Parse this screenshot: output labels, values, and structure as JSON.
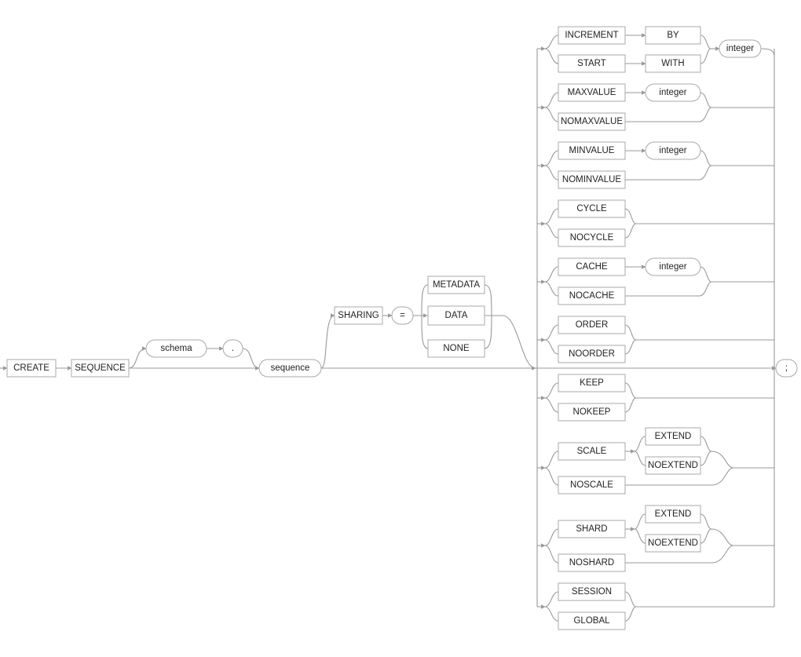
{
  "diagram": {
    "kind": "railroad-syntax-diagram",
    "statement": {
      "create": "CREATE",
      "sequence_kw": "SEQUENCE",
      "schema": "schema",
      "dot": ".",
      "sequence": "sequence",
      "sharing": "SHARING",
      "equals": "=",
      "metadata": "METADATA",
      "data": "DATA",
      "none": "NONE",
      "terminator": ";"
    },
    "options": {
      "increment": "INCREMENT",
      "by": "BY",
      "start": "START",
      "with": "WITH",
      "integer_1": "integer",
      "maxvalue": "MAXVALUE",
      "integer_2": "integer",
      "nomaxvalue": "NOMAXVALUE",
      "minvalue": "MINVALUE",
      "integer_3": "integer",
      "nominvalue": "NOMINVALUE",
      "cycle": "CYCLE",
      "nocycle": "NOCYCLE",
      "cache": "CACHE",
      "integer_4": "integer",
      "nocache": "NOCACHE",
      "order": "ORDER",
      "noorder": "NOORDER",
      "keep": "KEEP",
      "nokeep": "NOKEEP",
      "scale": "SCALE",
      "scale_extend": "EXTEND",
      "scale_noextend": "NOEXTEND",
      "noscale": "NOSCALE",
      "shard": "SHARD",
      "shard_extend": "EXTEND",
      "shard_noextend": "NOEXTEND",
      "noshard": "NOSHARD",
      "session": "SESSION",
      "global": "GLOBAL"
    },
    "colors": {
      "line": "#999999",
      "box_border": "#a8a8a8",
      "box_fill": "#ffffff",
      "text": "#222222"
    }
  }
}
